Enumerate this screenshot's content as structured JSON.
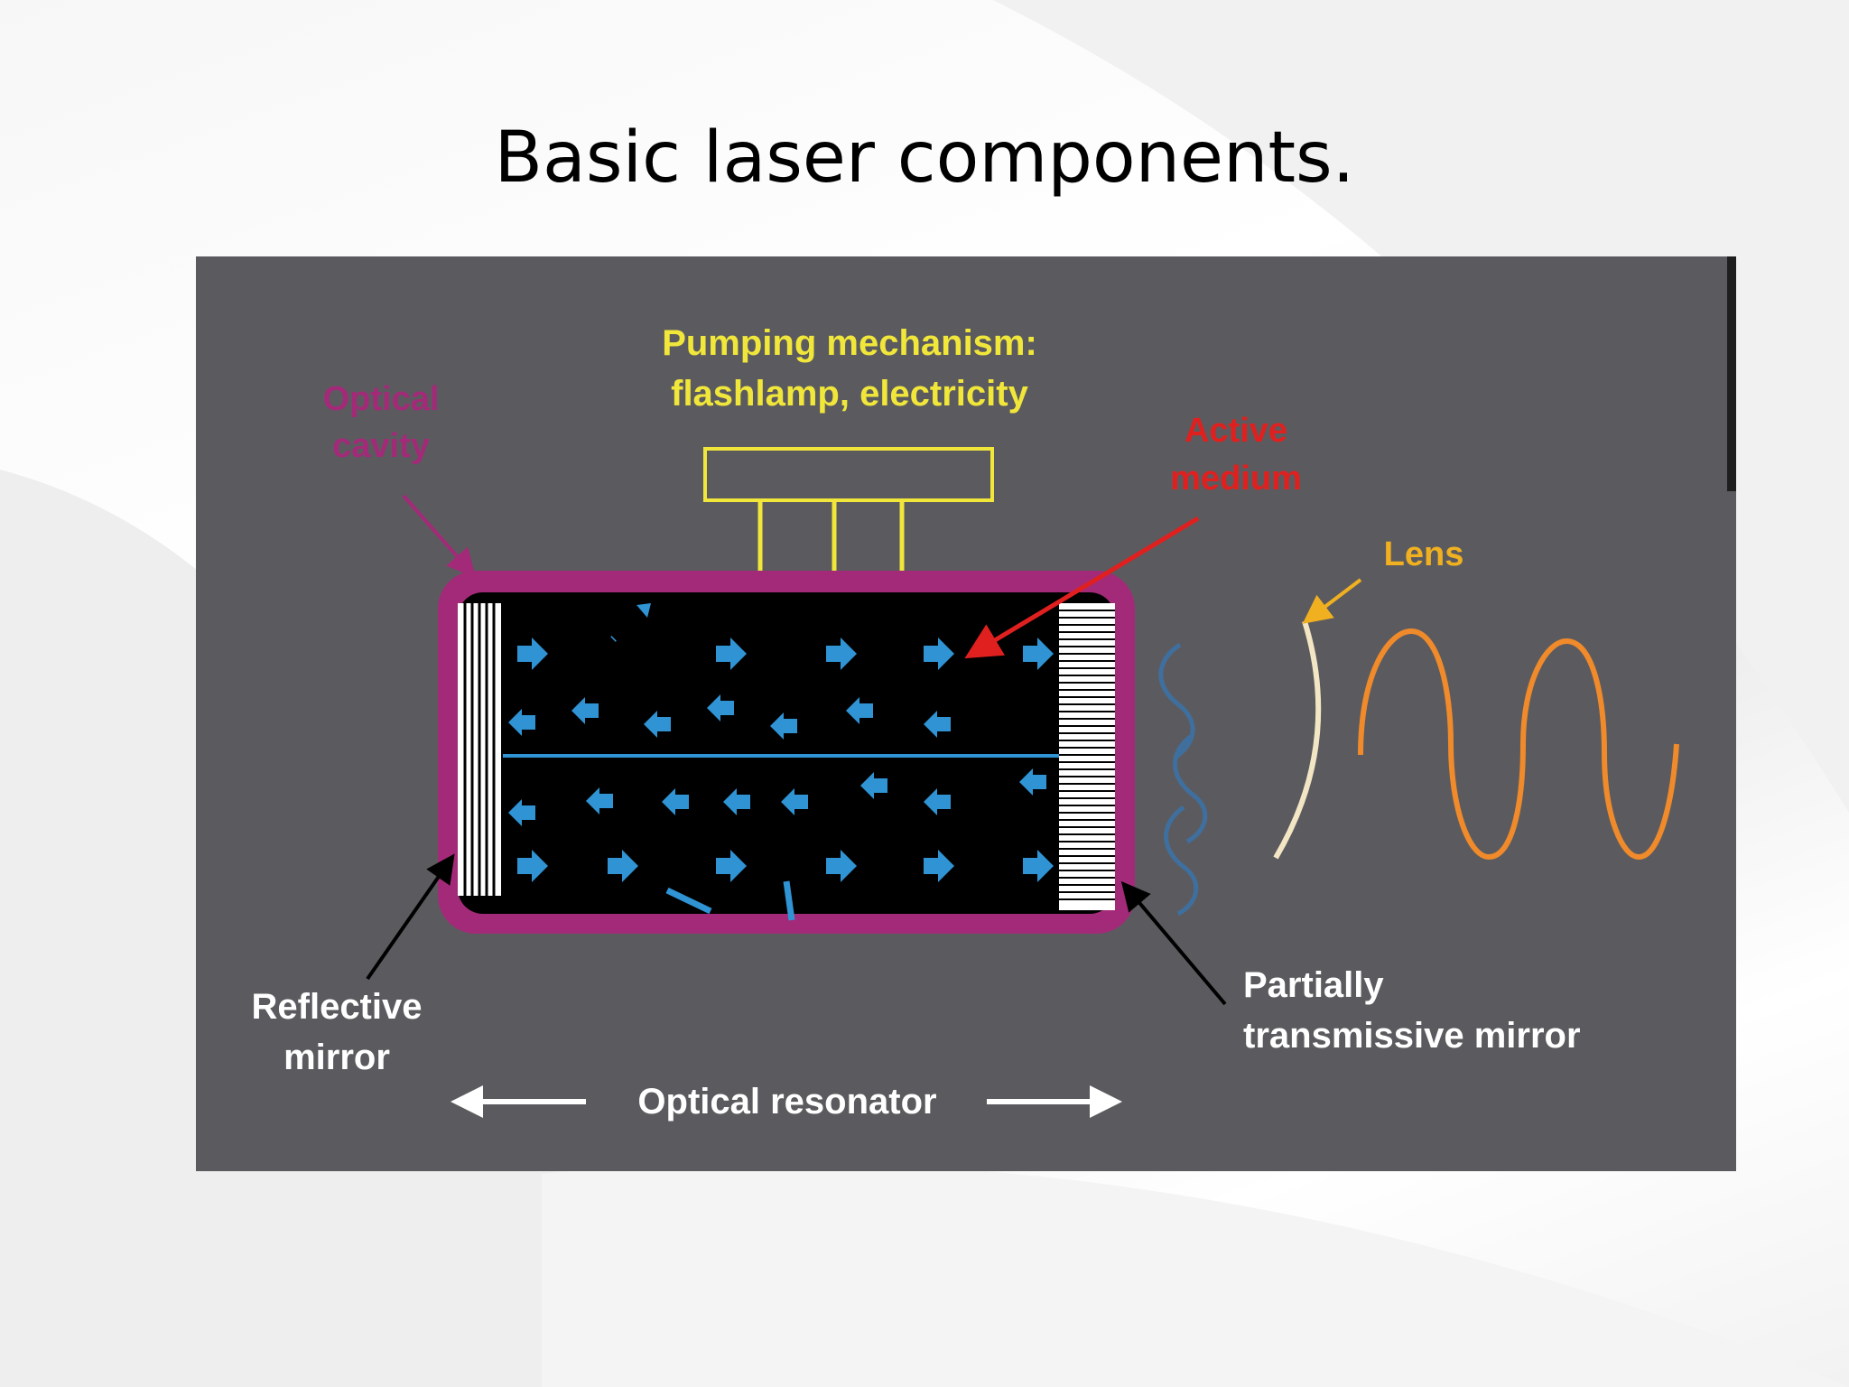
{
  "slide": {
    "title": "Basic laser components."
  },
  "diagram": {
    "labels": {
      "pumping_line1": "Pumping mechanism:",
      "pumping_line2": "flashlamp, electricity",
      "optical_cavity_line1": "Optical",
      "optical_cavity_line2": "cavity",
      "active_medium_line1": "Active",
      "active_medium_line2": "medium",
      "lens": "Lens",
      "reflective_mirror_line1": "Reflective",
      "reflective_mirror_line2": "mirror",
      "partial_mirror_line1": "Partially",
      "partial_mirror_line2": "transmissive mirror",
      "optical_resonator": "Optical resonator"
    },
    "colors": {
      "panel": "#5b5b5f",
      "cavity": "#a32a78",
      "medium": "#000000",
      "pump": "#f1e63a",
      "active": "#e0201f",
      "photon": "#2f93d4",
      "lens_label": "#f0b020",
      "wave": "#f08a2a",
      "lens": "#f3e6c4",
      "text": "#ffffff"
    }
  }
}
